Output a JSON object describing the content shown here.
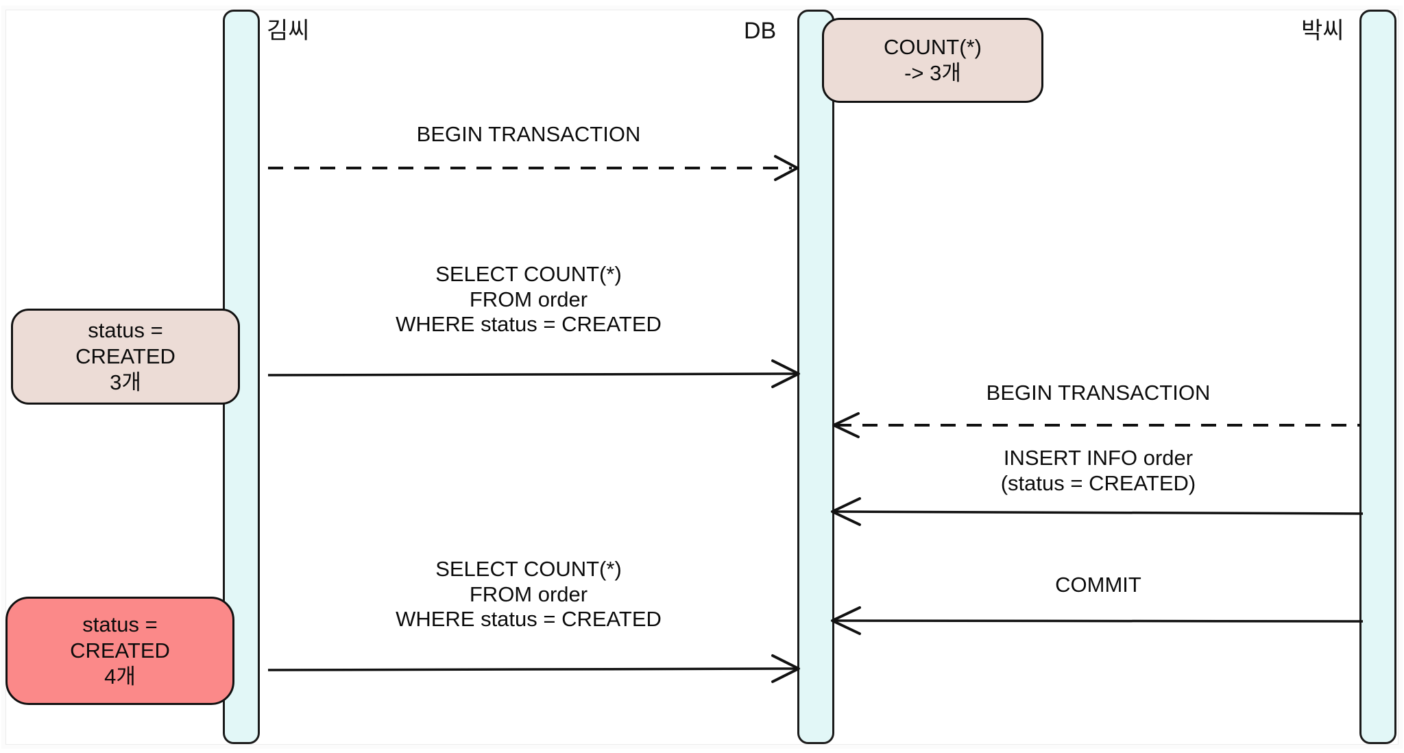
{
  "diagram": {
    "type": "uml-sequence-diagram",
    "title": "Non-repeatable read / phantom read transaction sequence",
    "background_color": "#ffffff",
    "lifeline_fill": "#e2f7f7",
    "lifeline_stroke": "#1a1a1a",
    "note_beige_fill": "#ecdcd6",
    "note_red_fill": "#fb8989",
    "note_stroke": "#111111",
    "line_color": "#111111"
  },
  "actors": [
    {
      "id": "kim",
      "label": "김씨"
    },
    {
      "id": "db",
      "label": "DB"
    },
    {
      "id": "park",
      "label": "박씨"
    }
  ],
  "notes": [
    {
      "id": "note-count-3",
      "attached_to": "db",
      "side": "right",
      "color": "beige",
      "lines": [
        "COUNT(*)",
        "-> 3개"
      ]
    },
    {
      "id": "note-status-created-3",
      "attached_to": "kim",
      "side": "left",
      "color": "beige",
      "lines": [
        "status =",
        "CREATED",
        "3개"
      ]
    },
    {
      "id": "note-status-created-4",
      "attached_to": "kim",
      "side": "left",
      "color": "red",
      "lines": [
        "status =",
        "CREATED",
        "4개"
      ]
    }
  ],
  "messages": [
    {
      "id": "msg-begin-transaction-kim",
      "from": "kim",
      "to": "db",
      "direction": "right",
      "style": "dashed",
      "lines": [
        "BEGIN TRANSACTION"
      ]
    },
    {
      "id": "msg-select-count-1",
      "from": "kim",
      "to": "db",
      "direction": "right",
      "style": "solid",
      "lines": [
        "SELECT COUNT(*)",
        "FROM order",
        "WHERE status = CREATED"
      ]
    },
    {
      "id": "msg-begin-transaction-park",
      "from": "park",
      "to": "db",
      "direction": "left",
      "style": "dashed",
      "lines": [
        "BEGIN TRANSACTION"
      ]
    },
    {
      "id": "msg-insert-info-order",
      "from": "park",
      "to": "db",
      "direction": "left",
      "style": "solid",
      "lines": [
        "INSERT INFO order",
        "(status = CREATED)"
      ]
    },
    {
      "id": "msg-commit",
      "from": "park",
      "to": "db",
      "direction": "left",
      "style": "solid",
      "lines": [
        "COMMIT"
      ]
    },
    {
      "id": "msg-select-count-2",
      "from": "kim",
      "to": "db",
      "direction": "right",
      "style": "solid",
      "lines": [
        "SELECT COUNT(*)",
        "FROM order",
        "WHERE status = CREATED"
      ]
    }
  ]
}
